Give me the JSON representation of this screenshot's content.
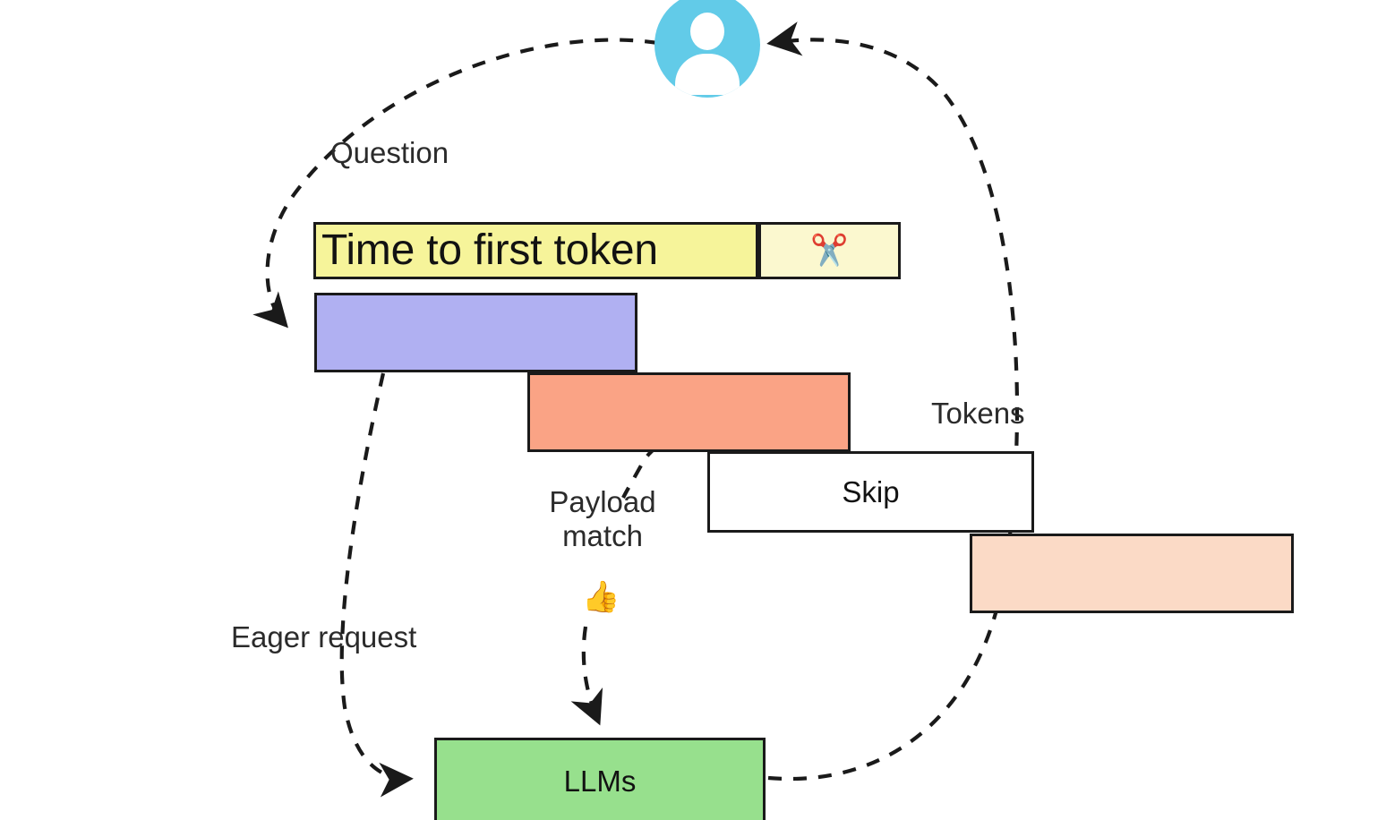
{
  "diagram": {
    "title": "LLM request lifecycle timeline",
    "background_color": "#ffffff"
  },
  "actor": {
    "name": "user-avatar",
    "icon": "user-icon",
    "color": "#62cbe8"
  },
  "bars": [
    {
      "id": "time-to-first-token",
      "label": "Time to first token",
      "color": "#f6f49a",
      "border_color": "#1a1a1a"
    },
    {
      "id": "truncate",
      "label": "",
      "icon": "scissors-icon",
      "glyph": "✂️",
      "color": "#fbf8cf",
      "border_color": "#1a1a1a"
    },
    {
      "id": "queue",
      "label": "",
      "color": "#b0b0f2",
      "border_color": "#1a1a1a"
    },
    {
      "id": "prefill",
      "label": "",
      "color": "#faa385",
      "border_color": "#1a1a1a"
    },
    {
      "id": "skip",
      "label": "Skip",
      "color": "#ffffff",
      "border_color": "#1a1a1a"
    },
    {
      "id": "decode",
      "label": "",
      "color": "#fbdac6",
      "border_color": "#1a1a1a"
    },
    {
      "id": "llms",
      "label": "LLMs",
      "color": "#97e08d",
      "border_color": "#1a1a1a"
    }
  ],
  "edge_labels": {
    "question": "Question",
    "tokens": "Tokens",
    "payload_match": "Payload\nmatch",
    "payload_match_glyph": "👍",
    "eager_request": "Eager request"
  },
  "colors": {
    "stroke": "#1a1a1a",
    "text": "#2b2b2b",
    "avatar": "#62cbe8",
    "yellow": "#f6f49a",
    "pale_yellow": "#fbf8cf",
    "purple": "#b0b0f2",
    "salmon": "#faa385",
    "peach": "#fbdac6",
    "green": "#97e08d",
    "white": "#ffffff"
  }
}
